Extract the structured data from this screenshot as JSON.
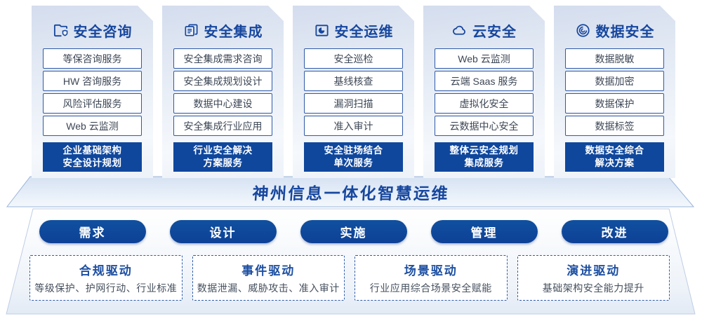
{
  "columns": [
    {
      "title": "安全咨询",
      "icon": "folder-shield-icon",
      "items": [
        "等保咨询服务",
        "HW 咨询服务",
        "风险评估服务",
        "Web 云监测"
      ],
      "footer": "企业基础架构\n安全设计规划"
    },
    {
      "title": "安全集成",
      "icon": "copy-docs-icon",
      "items": [
        "安全集成需求咨询",
        "安全集成规划设计",
        "数据中心建设",
        "安全集成行业应用"
      ],
      "footer": "行业安全解决\n方案服务"
    },
    {
      "title": "安全运维",
      "icon": "folder-pie-icon",
      "items": [
        "安全巡检",
        "基线核查",
        "漏洞扫描",
        "准入审计"
      ],
      "footer": "安全驻场结合\n单次服务"
    },
    {
      "title": "云安全",
      "icon": "cloud-icon",
      "items": [
        "Web 云监测",
        "云端 Saas 服务",
        "虚拟化安全",
        "云数据中心安全"
      ],
      "footer": "整体云安全规划\n集成服务"
    },
    {
      "title": "数据安全",
      "icon": "fingerprint-icon",
      "items": [
        "数据脱敏",
        "数据加密",
        "数据保护",
        "数据标签"
      ],
      "footer": "数据安全综合\n解决方案"
    }
  ],
  "banner": {
    "title": "神州信息一体化智慧运维"
  },
  "process_steps": [
    {
      "label": "需求"
    },
    {
      "label": "设计"
    },
    {
      "label": "实施"
    },
    {
      "label": "管理"
    },
    {
      "label": "改进"
    }
  ],
  "drivers": [
    {
      "title": "合规驱动",
      "desc": "等级保护、护网行动、行业标准"
    },
    {
      "title": "事件驱动",
      "desc": "数据泄漏、威胁攻击、准入审计"
    },
    {
      "title": "场景驱动",
      "desc": "行业应用综合场景安全赋能"
    },
    {
      "title": "演进驱动",
      "desc": "基础架构安全能力提升"
    }
  ],
  "colors": {
    "primary_blue": "#17479e",
    "item_border": "#2e5aa8",
    "solid_box_bg": "#0f479d",
    "item_text": "#3d4756",
    "panel_gradient_top": "#d4ddee",
    "panel_gradient_bottom": "#f5f8fc"
  }
}
